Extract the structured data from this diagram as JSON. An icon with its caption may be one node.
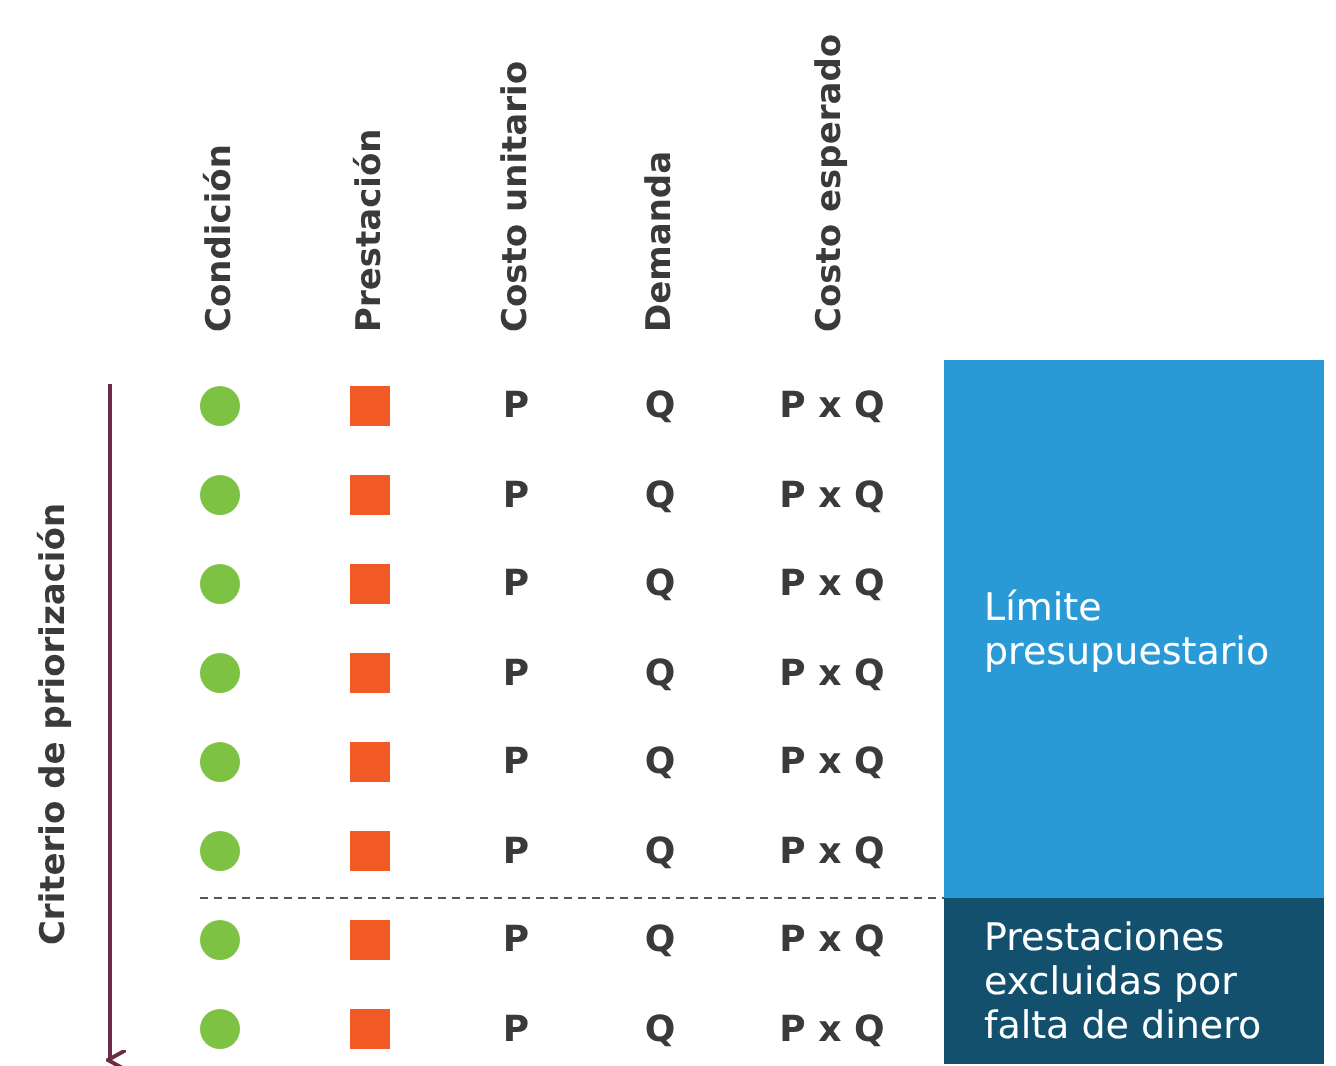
{
  "diagram": {
    "nodes": [
      {
        "text": [
          "Límite presupuestario"
        ]
      },
      {
        "text": [
          "Prestaciones excluidas por falta de dinero"
        ]
      }
    ],
    "edges": [],
    "labels": [
      "Condición",
      "Prestación",
      "Costo unitario",
      "Demanda",
      "Costo esperado",
      "P",
      "Q",
      "P x Q",
      "P",
      "Q",
      "P x Q",
      "P",
      "Q",
      "P x Q",
      "P",
      "Q",
      "P x Q",
      "P",
      "Q",
      "P x Q",
      "P",
      "Q",
      "P x Q",
      "P",
      "Q",
      "P x Q",
      "P",
      "Q",
      "P x Q",
      "Criterio de priorización"
    ]
  }
}
